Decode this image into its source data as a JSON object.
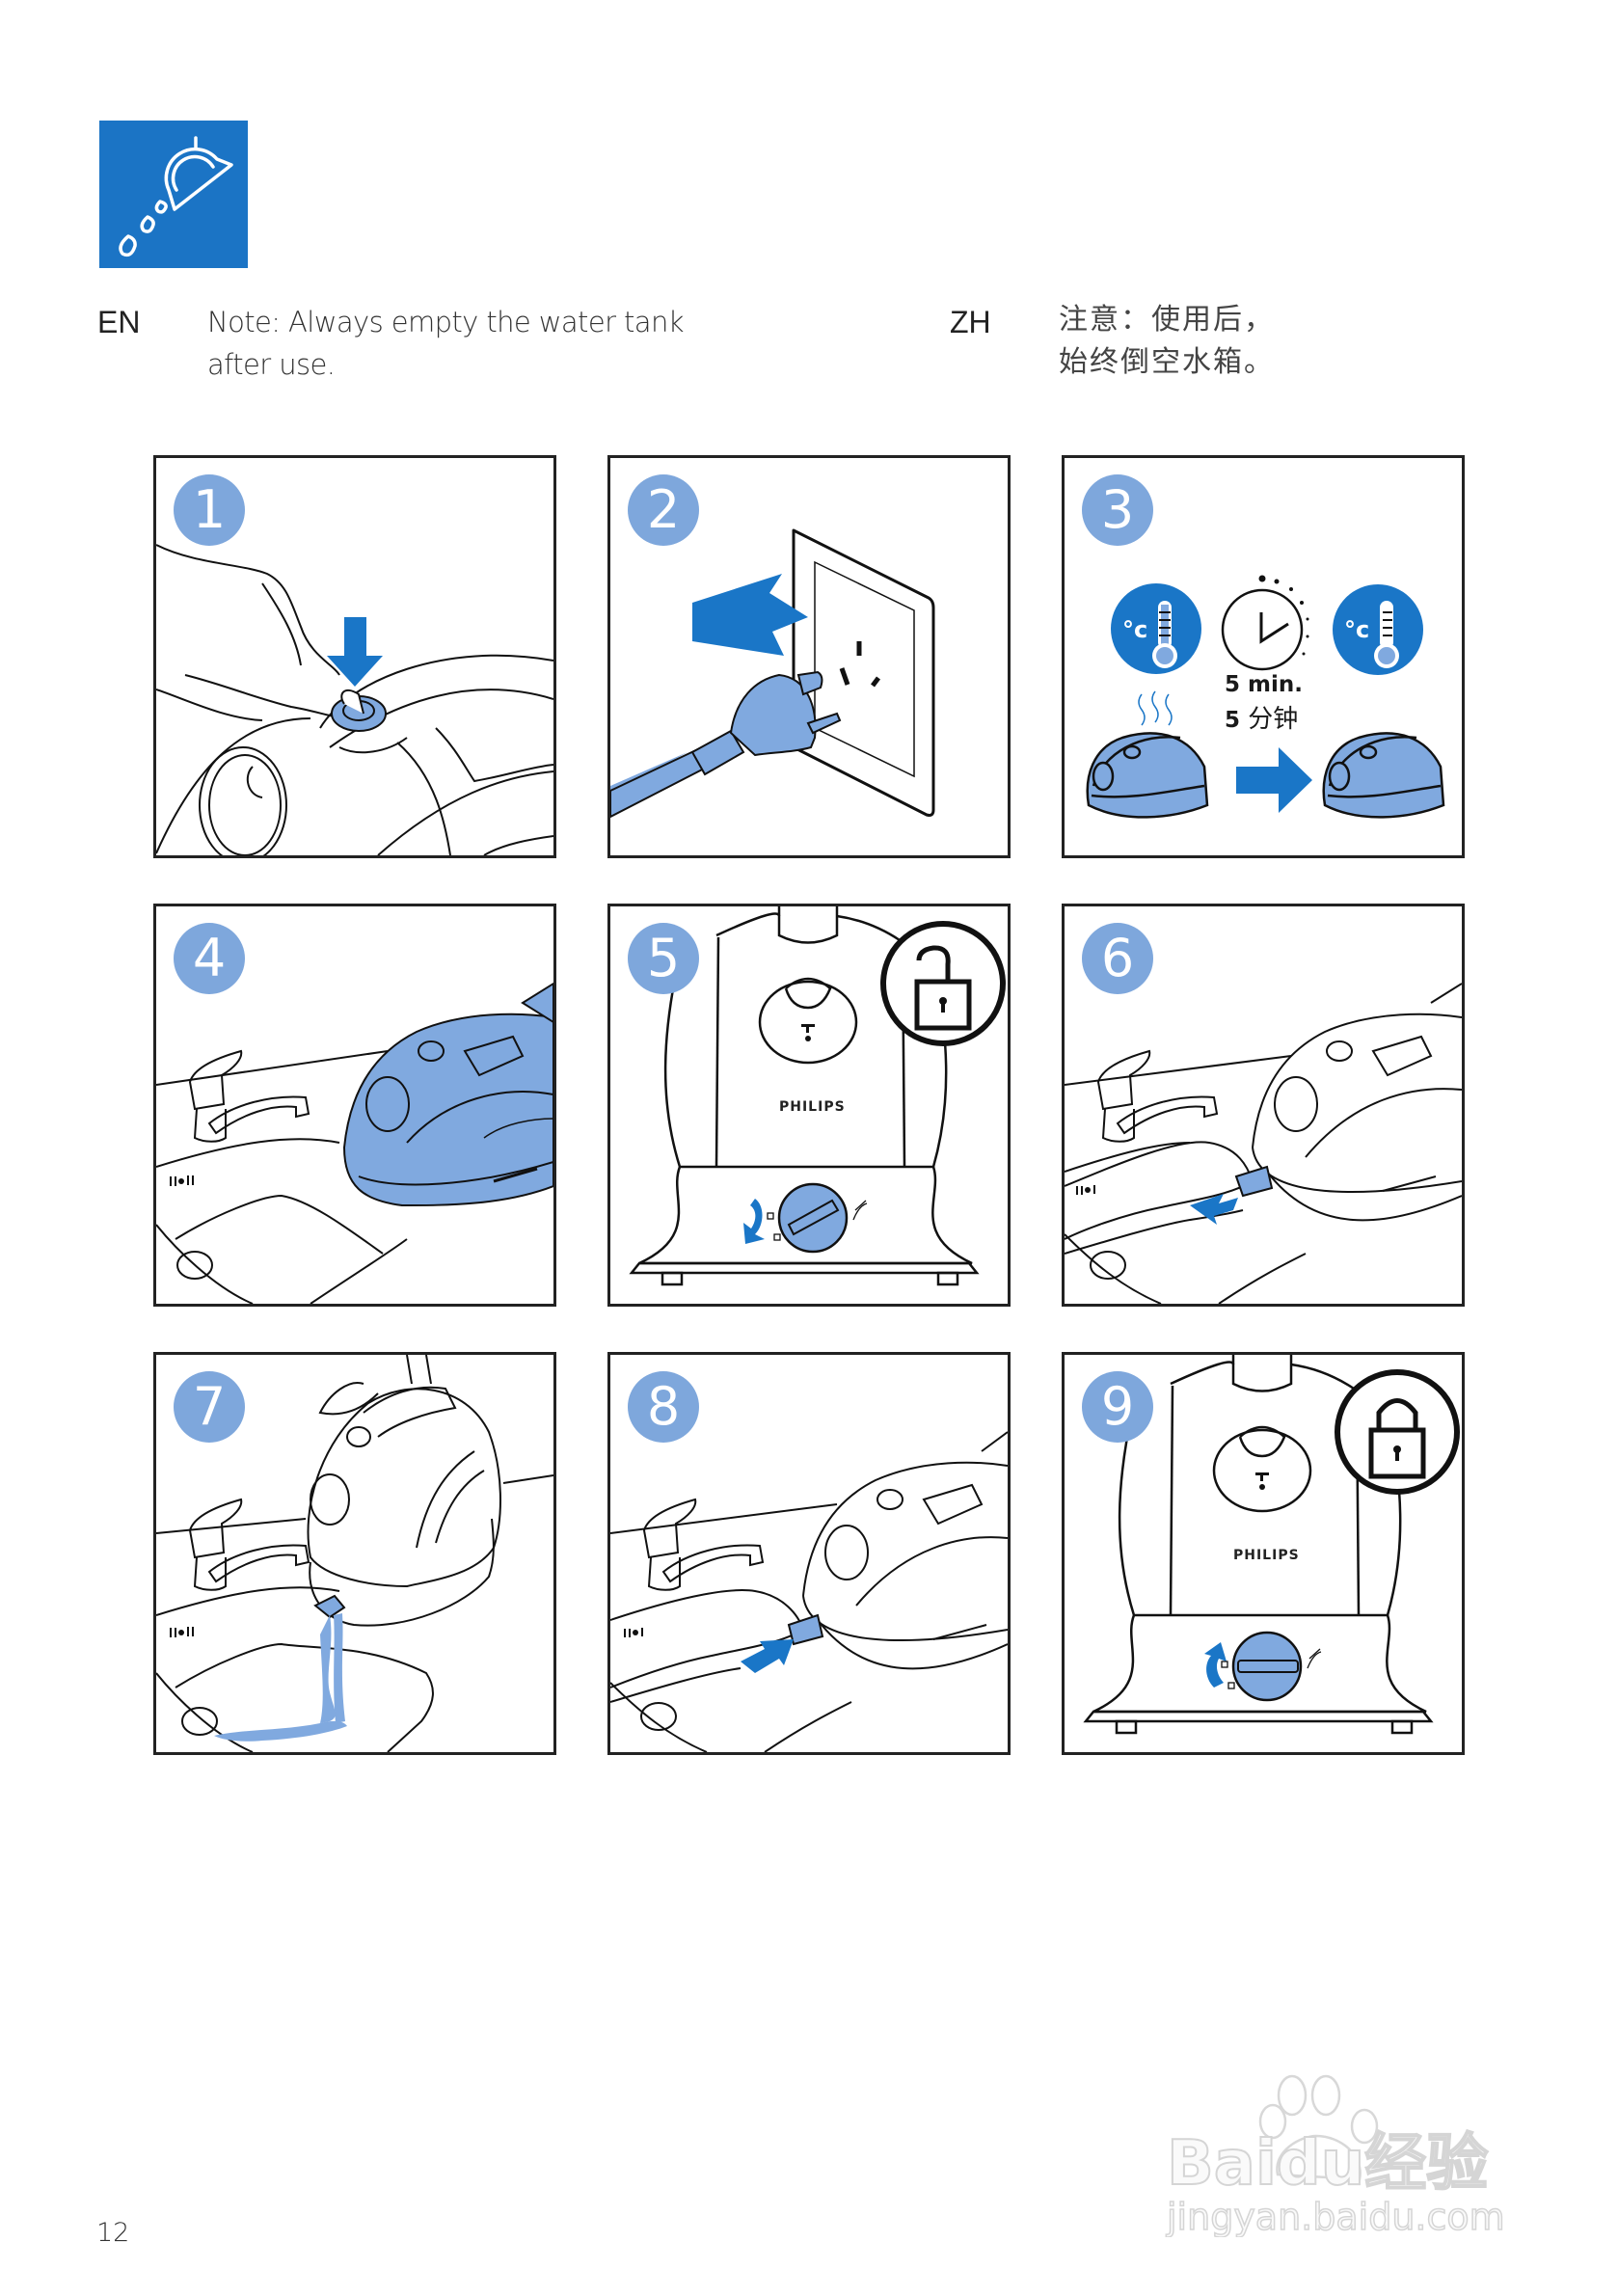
{
  "header": {
    "icon": "empty-water-tank-icon",
    "icon_color": "#1b74c5"
  },
  "notes": {
    "en": {
      "lang_label": "EN",
      "line1": "Note: Always empty the water tank",
      "line2": "after use."
    },
    "zh": {
      "lang_label": "ZH",
      "line1": "注意：使用后，",
      "line2": "始终倒空水箱。"
    }
  },
  "steps": [
    {
      "number": "1",
      "illustration": "press-power-button"
    },
    {
      "number": "2",
      "illustration": "unplug-from-socket"
    },
    {
      "number": "3",
      "illustration": "cool-down-timer",
      "time_en": "5 min.",
      "time_zh_num": "5",
      "time_zh_unit": "分钟"
    },
    {
      "number": "4",
      "illustration": "place-appliance-by-sink"
    },
    {
      "number": "5",
      "illustration": "unlock-dial",
      "brand": "PHILIPS"
    },
    {
      "number": "6",
      "illustration": "remove-drain-plug"
    },
    {
      "number": "7",
      "illustration": "drain-water-into-sink"
    },
    {
      "number": "8",
      "illustration": "reinsert-drain-plug"
    },
    {
      "number": "9",
      "illustration": "lock-dial",
      "brand": "PHILIPS"
    }
  ],
  "colors": {
    "badge": "#7ea7dc",
    "appliance_fill": "#80a9df",
    "arrow": "#1a76c7",
    "border": "#222222"
  },
  "footer": {
    "page_number": "12"
  },
  "watermark": {
    "brand": "Baidu经验",
    "url": "jingyan.baidu.com"
  }
}
